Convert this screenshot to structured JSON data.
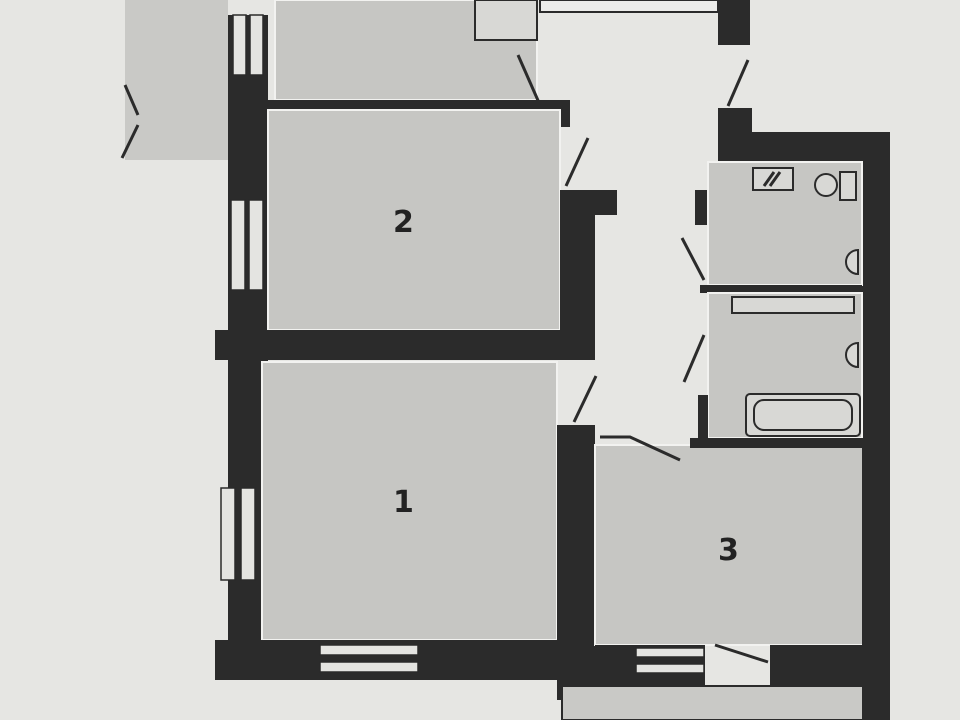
{
  "plan": {
    "rooms": [
      {
        "label": "1"
      },
      {
        "label": "2"
      },
      {
        "label": "3"
      }
    ],
    "colors": {
      "wall": "#2b2b2b",
      "room": "#c6c6c3",
      "background": "#e6e6e3"
    }
  }
}
